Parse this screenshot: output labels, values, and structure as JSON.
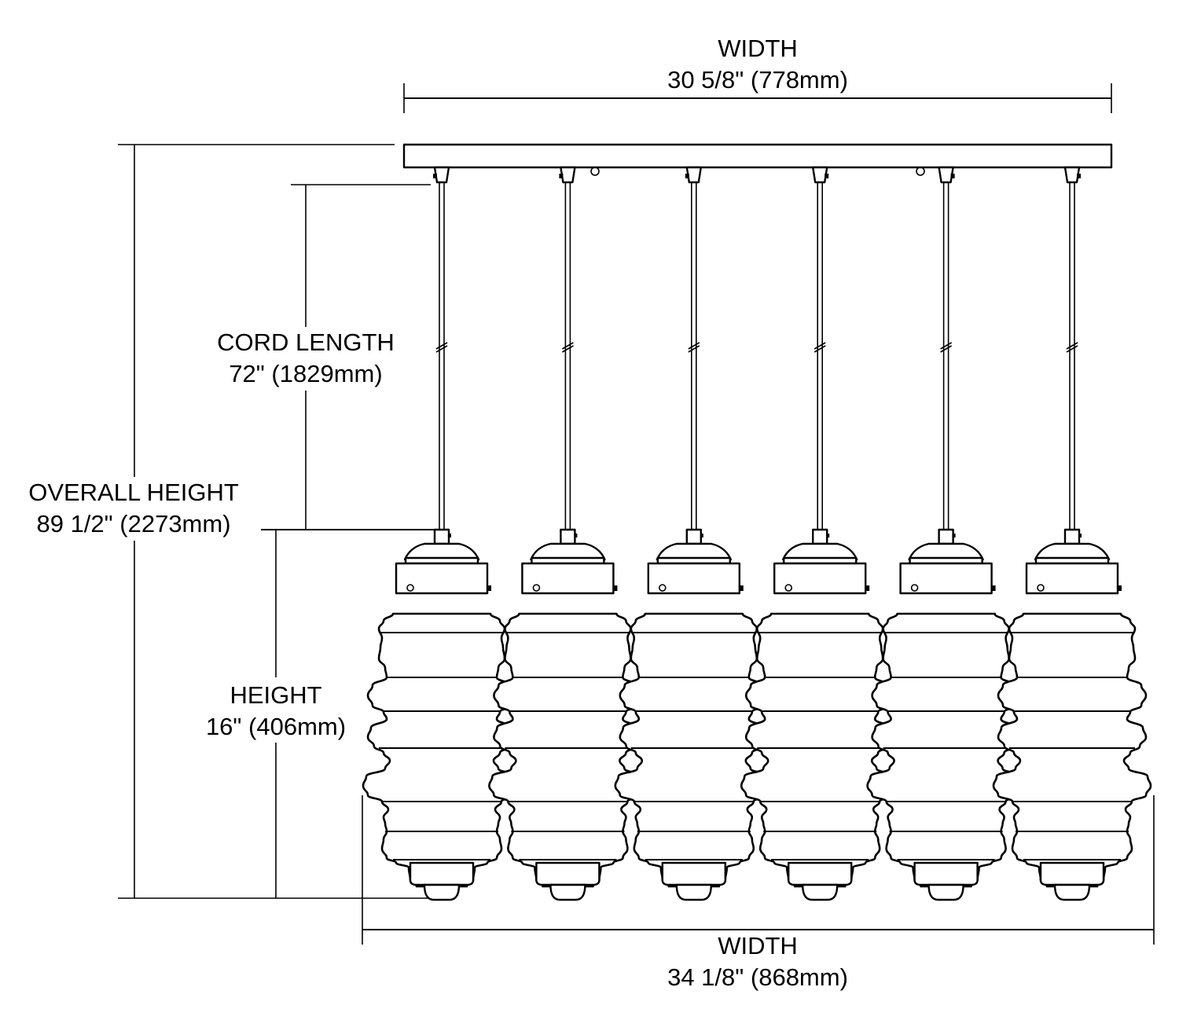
{
  "diagram": {
    "type": "fixture-dimension-drawing",
    "pendant_count": 6,
    "colors": {
      "line": "#000000",
      "background": "#ffffff"
    },
    "dimensions": {
      "top_width": {
        "label": "WIDTH",
        "value": "30 5/8\" (778mm)"
      },
      "cord_length": {
        "label": "CORD LENGTH",
        "value": "72\" (1829mm)"
      },
      "overall_height": {
        "label": "OVERALL HEIGHT",
        "value": "89 1/2\" (2273mm)"
      },
      "height": {
        "label": "HEIGHT",
        "value": "16\" (406mm)"
      },
      "bottom_width": {
        "label": "WIDTH",
        "value": "34 1/8\" (868mm)"
      }
    }
  }
}
